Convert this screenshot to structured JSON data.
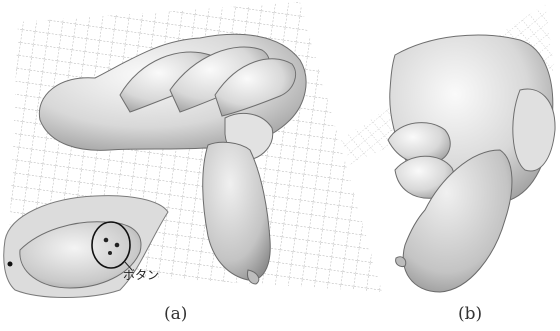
{
  "figure": {
    "panels": [
      {
        "caption": "(a)",
        "callout": "ボタン"
      },
      {
        "caption": "(b)"
      }
    ]
  }
}
